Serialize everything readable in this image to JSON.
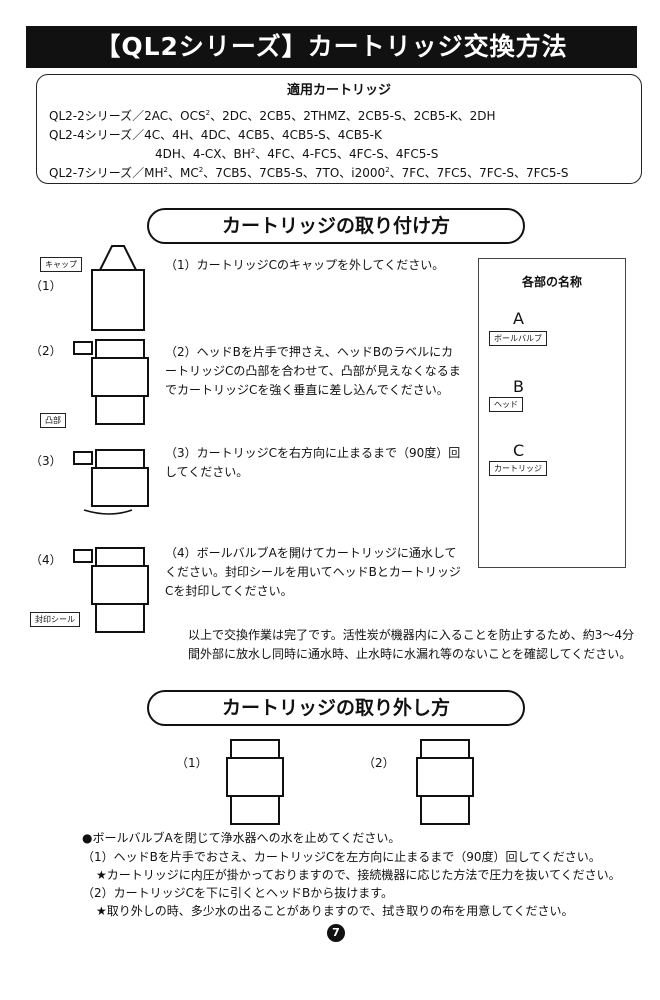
{
  "title": "【QL2シリーズ】カートリッジ交換方法",
  "compatible": {
    "heading": "適用カートリッジ",
    "ql22_a": "QL2-2シリーズ／2AC、OCS",
    "ql22_b": "、2DC、2CB5、2THMZ、2CB5-S、2CB5-K、2DH",
    "ql24_line1": "QL2-4シリーズ／4C、4H、4DC、4CB5、4CB5-S、4CB5-K",
    "ql24_a": "4DH、4-CX、BH",
    "ql24_b": "、4FC、4-FC5、4FC-S、4FC5-S",
    "ql27_a": "QL2-7シリーズ／MH",
    "ql27_b": "、MC",
    "ql27_c": "、7CB5、7CB5-S、7TO、i2000",
    "ql27_d": "、7FC、7FC5、7FC-S、7FC5-S",
    "sup": "2"
  },
  "install": {
    "heading": "カートリッジの取り付け方",
    "steps": [
      {
        "num": "（1）",
        "text": "（1）カートリッジCのキャップを外してください。",
        "tag": "キャップ"
      },
      {
        "num": "（2）",
        "text": "（2）ヘッドBを片手で押さえ、ヘッドBのラベルにカートリッジCの凸部を合わせて、凸部が見えなくなるまでカートリッジCを強く垂直に差し込んでください。",
        "tag": "凸部"
      },
      {
        "num": "（3）",
        "text": "（3）カートリッジCを右方向に止まるまで（90度）回してください。"
      },
      {
        "num": "（4）",
        "text": "（4）ボールバルブAを開けてカートリッジに通水してください。封印シールを用いてヘッドBとカートリッジCを封印してください。",
        "tag": "封印シール"
      }
    ],
    "complete_note": "以上で交換作業は完了です。活性炭が機器内に入ることを防止するため、約3〜4分間外部に放水し同時に通水時、止水時に水漏れ等のないことを確認してください。"
  },
  "parts": {
    "title": "各部の名称",
    "items": [
      {
        "letter": "A",
        "label": "ボールバルブ"
      },
      {
        "letter": "B",
        "label": "ヘッド"
      },
      {
        "letter": "C",
        "label": "カートリッジ"
      }
    ]
  },
  "removal": {
    "heading": "カートリッジの取り外し方",
    "fig1": "（1）",
    "fig2": "（2）",
    "notes": [
      "●ボールバルブAを閉じて浄水器への水を止めてください。",
      "（1）ヘッドBを片手でおさえ、カートリッジCを左方向に止まるまで（90度）回してください。",
      "★カートリッジに内圧が掛かっておりますので、接続機器に応じた方法で圧力を抜いてください。",
      "（2）カートリッジCを下に引くとヘッドBから抜けます。",
      "★取り外しの時、多少水の出ることがありますので、拭き取りの布を用意してください。"
    ]
  },
  "page_number": "7"
}
